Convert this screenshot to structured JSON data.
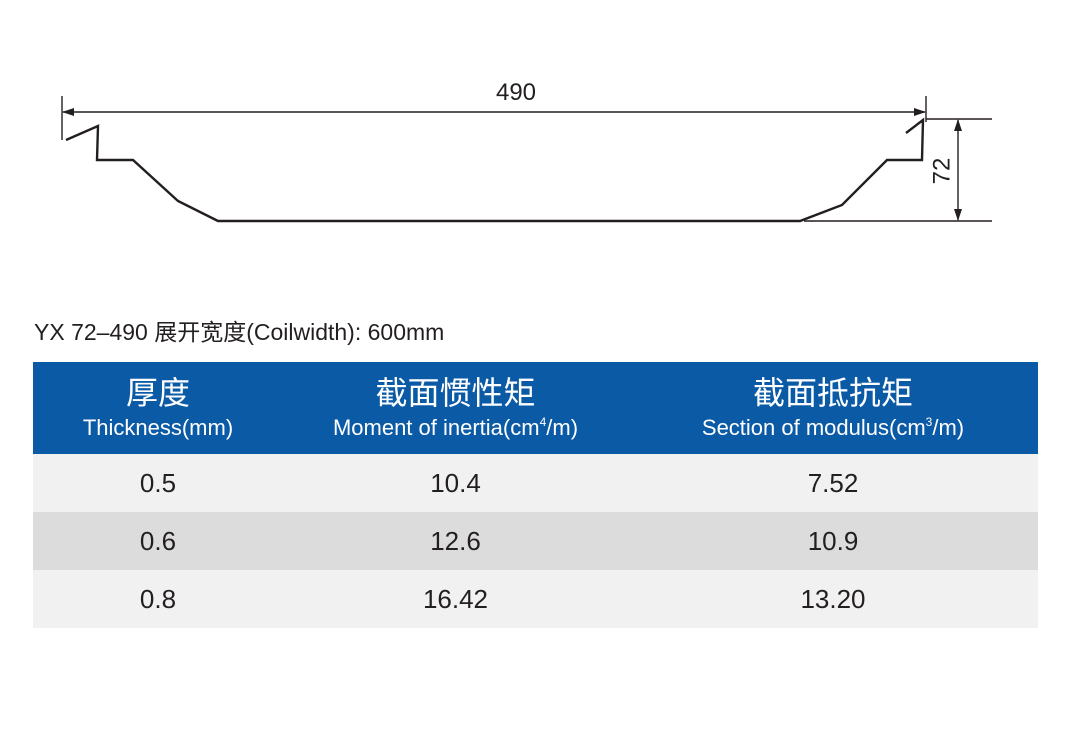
{
  "diagram": {
    "width_label": "490",
    "height_label": "72"
  },
  "caption": "YX 72–490  展开宽度(Coilwidth): 600mm",
  "table": {
    "columns": [
      {
        "zh": "厚度",
        "en": "Thickness(mm)",
        "sup": "",
        "tail": ""
      },
      {
        "zh": "截面惯性矩",
        "en": "Moment of inertia(cm",
        "sup": "4",
        "tail": "/m)"
      },
      {
        "zh": "截面抵抗矩",
        "en": "Section of modulus(cm",
        "sup": "3",
        "tail": "/m)"
      }
    ],
    "rows": [
      [
        "0.5",
        "10.4",
        "7.52"
      ],
      [
        "0.6",
        "12.6",
        "10.9"
      ],
      [
        "0.8",
        "16.42",
        "13.20"
      ]
    ]
  },
  "colors": {
    "header_bg": "#0b5aa6",
    "row_light": "#f1f1f1",
    "row_dark": "#dcdcdc",
    "line": "#231f20"
  }
}
